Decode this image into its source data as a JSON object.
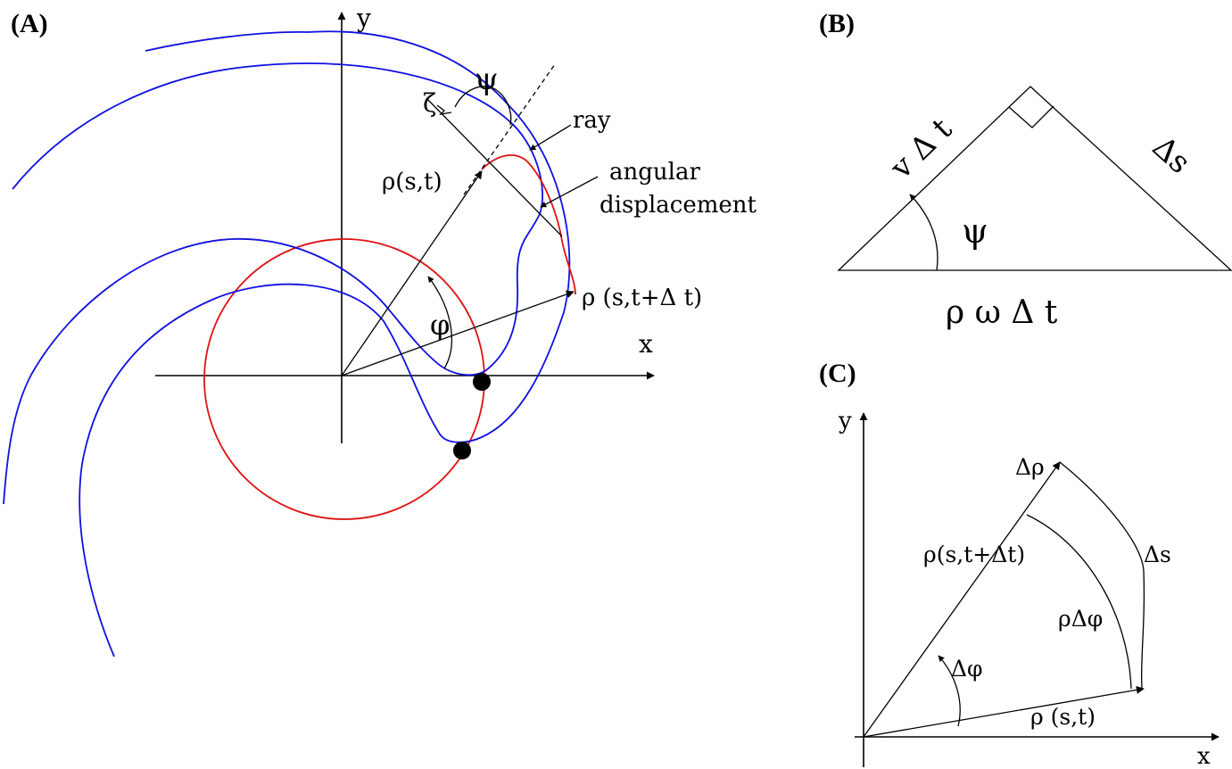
{
  "panels": {
    "A": {
      "tag": "(A)",
      "axis_x": "x",
      "axis_y": "y",
      "psi": "ψ",
      "zeta": "ζ",
      "ray": "ray",
      "angular_1": "angular",
      "angular_2": "displacement",
      "rho_st": "ρ(s,t)",
      "rho_st_dt": "ρ (s,t+Δ t)",
      "phi": "φ"
    },
    "B": {
      "tag": "(B)",
      "v_dt": "v Δ t",
      "delta_s": "Δs",
      "psi": "ψ",
      "rho_omega_dt": "ρ ω Δ t"
    },
    "C": {
      "tag": "(C)",
      "axis_x": "x",
      "axis_y": "y",
      "delta_rho": "Δρ",
      "rho_st_dt": "ρ(s,t+Δt)",
      "delta_s": "Δs",
      "rho_delta_phi": "ρΔφ",
      "delta_phi": "Δφ",
      "rho_st": "ρ (s,t)"
    }
  },
  "colors": {
    "spiral": "#1010e0",
    "circle": "#e01010",
    "ink": "#000000"
  }
}
